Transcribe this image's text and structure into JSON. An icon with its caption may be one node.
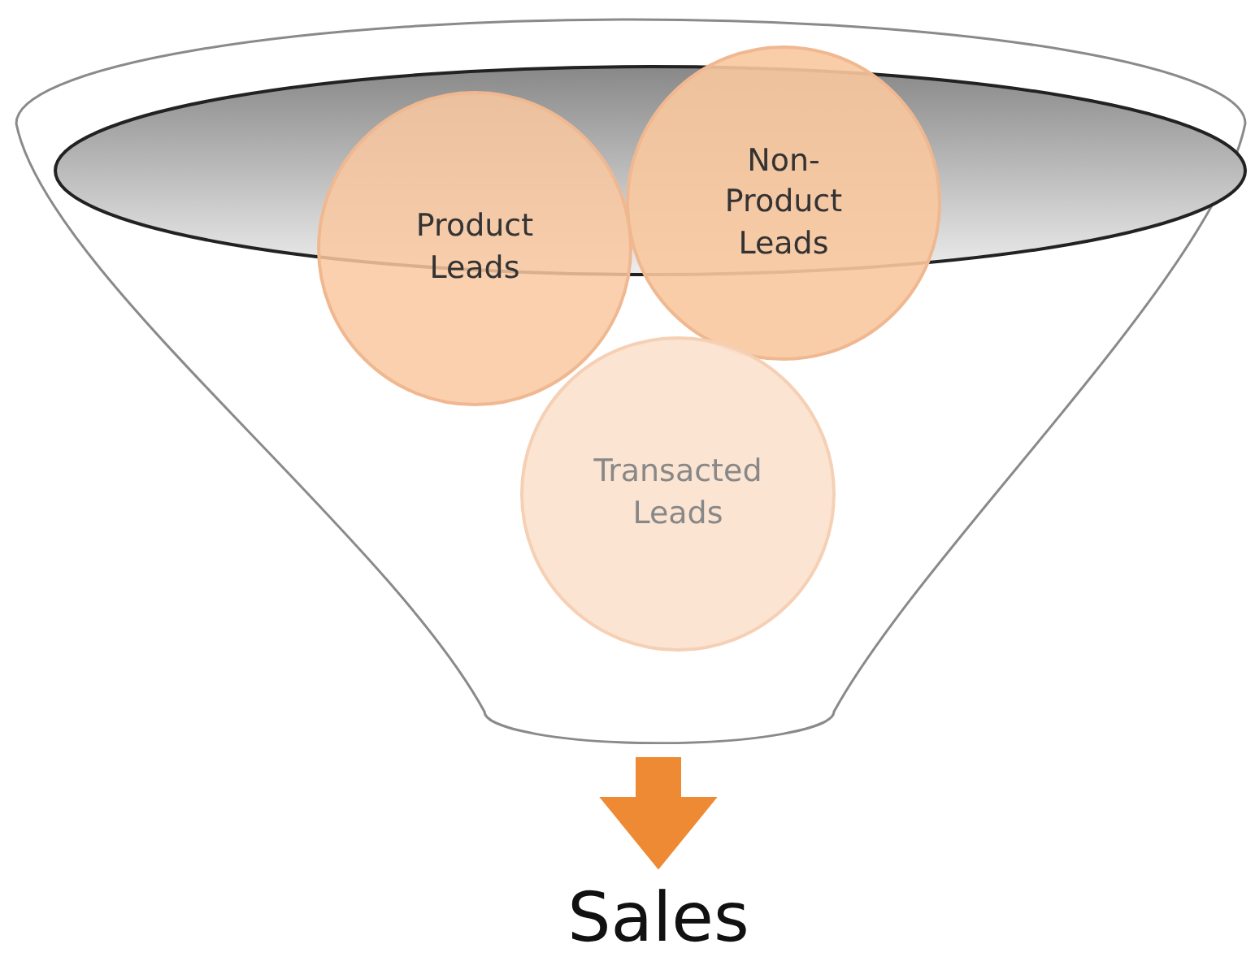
{
  "diagram": {
    "nodes": [
      {
        "text": [],
        "shape": "funnel"
      },
      {
        "text": [
          "Product Leads"
        ],
        "in": 0
      },
      {
        "text": [
          "Non-Product Leads"
        ],
        "in": 0
      },
      {
        "text": [
          "Transacted Leads"
        ],
        "in": 0
      },
      {
        "text": [
          "Sales"
        ]
      }
    ],
    "edges": [
      {
        "from": 0,
        "to": 4,
        "arrow": "to"
      }
    ]
  }
}
